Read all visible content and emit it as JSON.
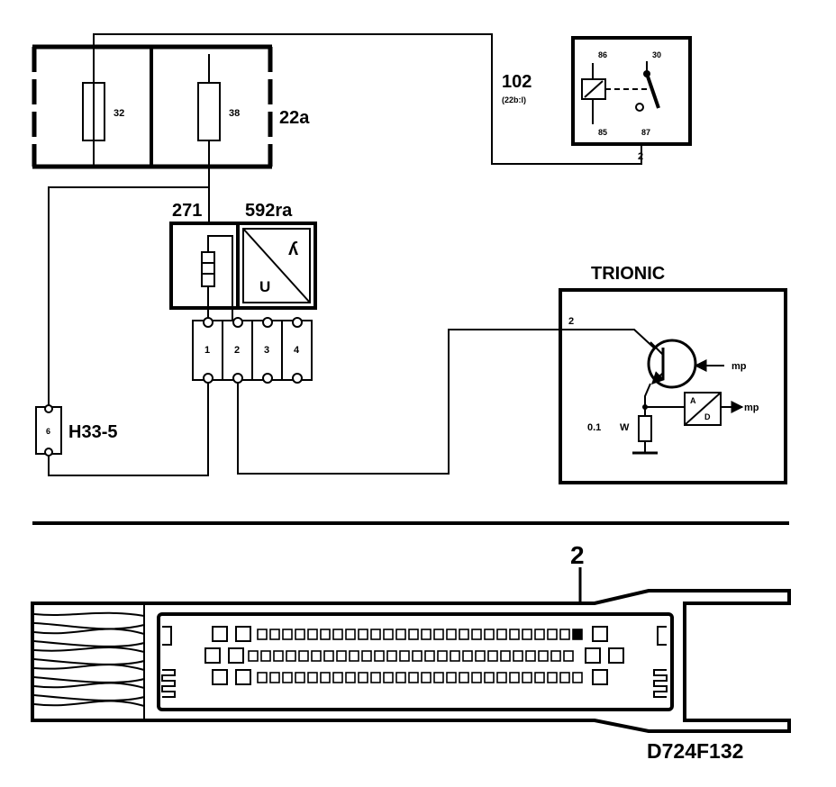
{
  "fuse_box": {
    "label": "22a",
    "fuse_a": "32",
    "fuse_b": "38"
  },
  "relay": {
    "label": "102",
    "sublabel": "(22b:l)",
    "pin_86": "86",
    "pin_30": "30",
    "pin_85": "85",
    "pin_87": "87",
    "wire_pin": "2"
  },
  "sensor": {
    "label_a": "271",
    "label_b": "592ra",
    "u_label": "U",
    "lambda_symbol": "ʎ"
  },
  "sensor_connector": {
    "pins": [
      "1",
      "2",
      "3",
      "4"
    ]
  },
  "junction": {
    "label": "H33-5",
    "pin": "6"
  },
  "ecu": {
    "label": "TRIONIC",
    "pin": "2",
    "mp_top": "mp",
    "mp_right": "mp",
    "resistor_value": "0.1",
    "resistor_unit": "W",
    "adc_a": "A",
    "adc_d": "D"
  },
  "connector_detail": {
    "pin_callout": "2"
  },
  "figure_code": "D724F132"
}
